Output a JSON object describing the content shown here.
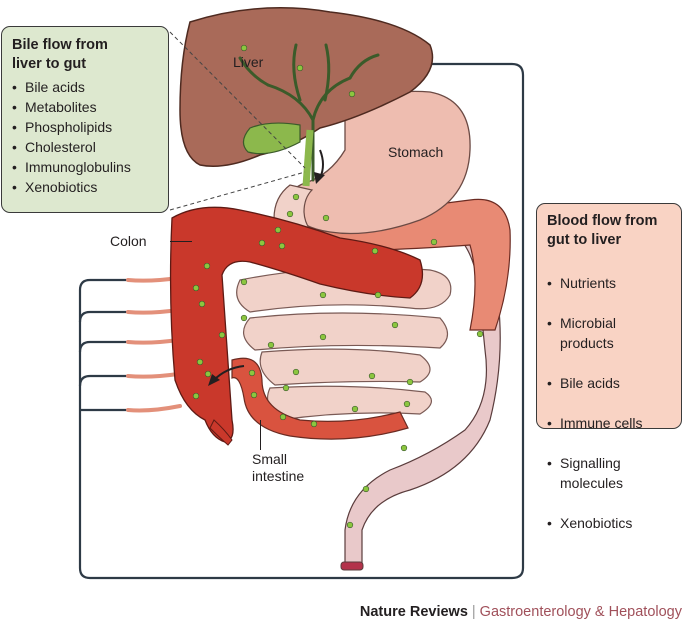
{
  "bile_box": {
    "title": "Bile flow from\nliver to gut",
    "items": [
      "Bile acids",
      "Metabolites",
      "Phospholipids",
      "Cholesterol",
      "Immunoglobulins",
      "Xenobiotics"
    ]
  },
  "blood_box": {
    "title": "Blood flow from\ngut to liver",
    "items": [
      "Nutrients",
      "Microbial\nproducts",
      "Bile acids",
      "Immune cells",
      "Signalling\nmolecules",
      "Xenobiotics"
    ]
  },
  "organ_labels": {
    "liver": "Liver",
    "stomach": "Stomach",
    "colon": "Colon",
    "small_intestine": "Small\nintestine"
  },
  "footer": {
    "brand": "Nature Reviews",
    "separator": "|",
    "journal": "Gastroenterology & Hepatology"
  },
  "colors": {
    "bile_box_bg": "#dde8cf",
    "blood_box_bg": "#f9d3c4",
    "liver": "#a96a59",
    "gallbladder": "#8cb84c",
    "stomach": "#eebdb0",
    "colon_dark": "#c9382b",
    "small_intestine": "#f1d2c9",
    "rectum": "#e9c9ca",
    "footer_accent": "#a0505a"
  }
}
